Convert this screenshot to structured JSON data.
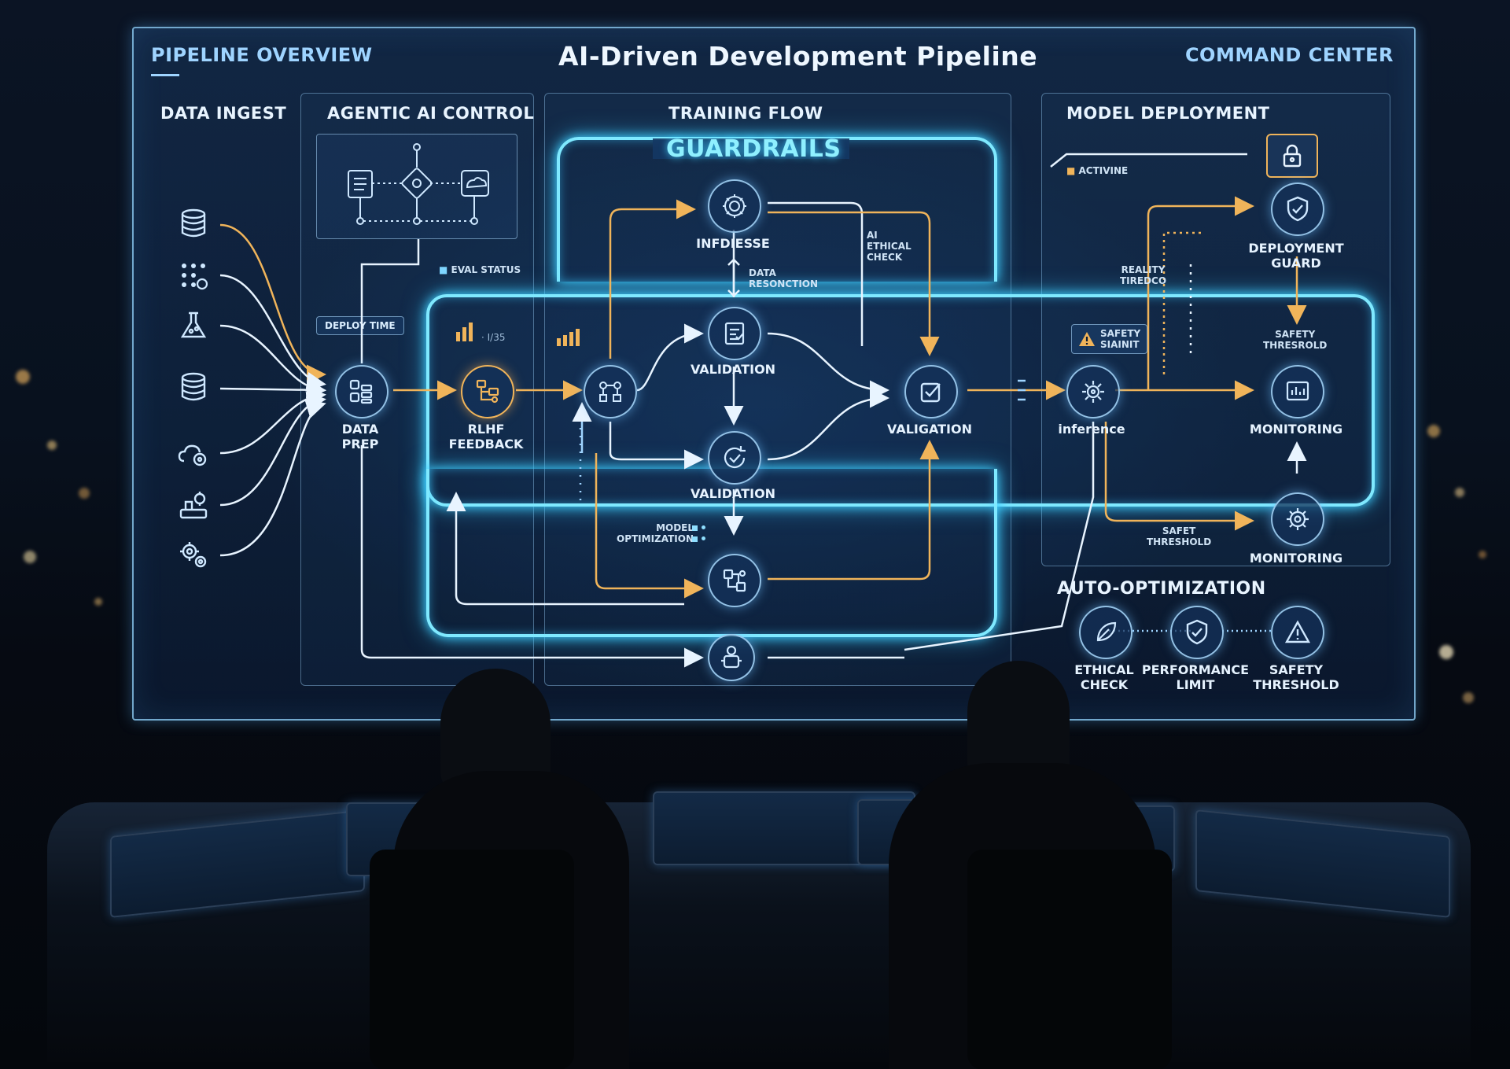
{
  "header": {
    "left_title": "PIPELINE OVERVIEW",
    "center_title": "AI-Driven Development Pipeline",
    "right_title": "COMMAND CENTER"
  },
  "sections": {
    "data_ingest": "DATA INGEST",
    "agentic_control": "AGENTIC AI CONTROL",
    "training_flow": "TRAINING FLOW",
    "model_deployment": "MODEL DEPLOYMENT",
    "auto_optimization": "AUTO-OPTIMIZATION"
  },
  "guardrails": "GUARDRAILS",
  "agentic": {
    "eval_status": "EVAL STATUS",
    "deploy_time": "DEPLOY TIME"
  },
  "nodes": {
    "data_prep": "DATA\nPREP",
    "rlhf_feedback": "RLHF\nFEEDBACK",
    "rlhf_metric": "· I/35",
    "infdiesse": "INFDIESSE",
    "data_reconciliation": "DATA\nRESONCTION",
    "ethical_check": "AI\nETHICAL\nCHECK",
    "validation_top": "VALIDATION",
    "validation_bottom": "VALIDATION",
    "validation_right": "VALIGATION",
    "model_optimization": "MODEL\nOPTIMIZATION",
    "inference": "inference",
    "safety_constraint": "SAFETY\nSIAINIT",
    "reality_threshold": "REALITY\nTIREDCO",
    "deployment_guard": "DEPLOYMENT\nGUARD",
    "safety_threshold_top": "SAFETY\nTHRESROLD",
    "monitoring_top": "MONITORING",
    "safe_threshold": "SAFET\nTHRESHOLD",
    "monitoring_bottom": "MONITORING",
    "active_line": "ACTIVINE"
  },
  "auto_optimization": [
    {
      "label": "ETHICAL\nCHECK",
      "icon": "leaf-icon"
    },
    {
      "label": "PERFORMANCE\nLIMIT",
      "icon": "shield-check-icon"
    },
    {
      "label": "SAFETY\nTHRESHOLD",
      "icon": "warning-icon"
    }
  ],
  "ingest_icons": [
    "database-icon",
    "grid-icon",
    "flask-icon",
    "database-icon",
    "cloud-gear-icon",
    "tool-icon",
    "gears-icon"
  ],
  "colors": {
    "accent_cyan": "#7fe9ff",
    "flow_orange": "#f0b45a",
    "line_white": "#e8f4ff",
    "screen_border": "#96d7ff"
  }
}
